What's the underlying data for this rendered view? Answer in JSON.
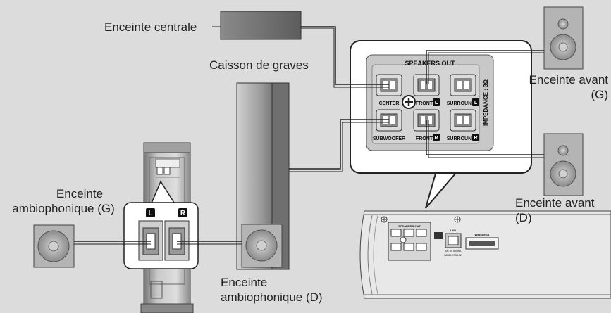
{
  "labels": {
    "center_speaker": "Enceinte centrale",
    "subwoofer": "Caisson de graves",
    "front_left_line1": "Enceinte avant",
    "front_left_line2": "(G)",
    "front_right_line1": "Enceinte avant",
    "front_right_line2": "(D)",
    "surround_left_line1": "Enceinte",
    "surround_left_line2": "ambiophonique (G)",
    "surround_right_line1": "Enceinte",
    "surround_right_line2": "ambiophonique (D)"
  },
  "panel": {
    "title": "SPEAKERS OUT",
    "impedance": "IMPEDANCE : 3Ω",
    "terminals": {
      "center": "CENTER",
      "front_l": "FRONT",
      "surround_l": "SURROUND",
      "subwoofer": "SUBWOOFER",
      "front_r": "FRONT",
      "surround_r": "SURROUND"
    },
    "badge_l": "L",
    "badge_r": "R"
  },
  "surround_module": {
    "badge_l": "L",
    "badge_r": "R"
  },
  "rear_unit": {
    "speakers_out": "SPEAKERS OUT",
    "lan": "LAN",
    "dc": "DC 5V 500mA",
    "wireless_lan": "WIRELESS LAN",
    "wireless": "WIRELESS"
  },
  "colors": {
    "background": "#dcdcdc",
    "wire": "#222222",
    "panel_fill": "#c8c8c8"
  }
}
